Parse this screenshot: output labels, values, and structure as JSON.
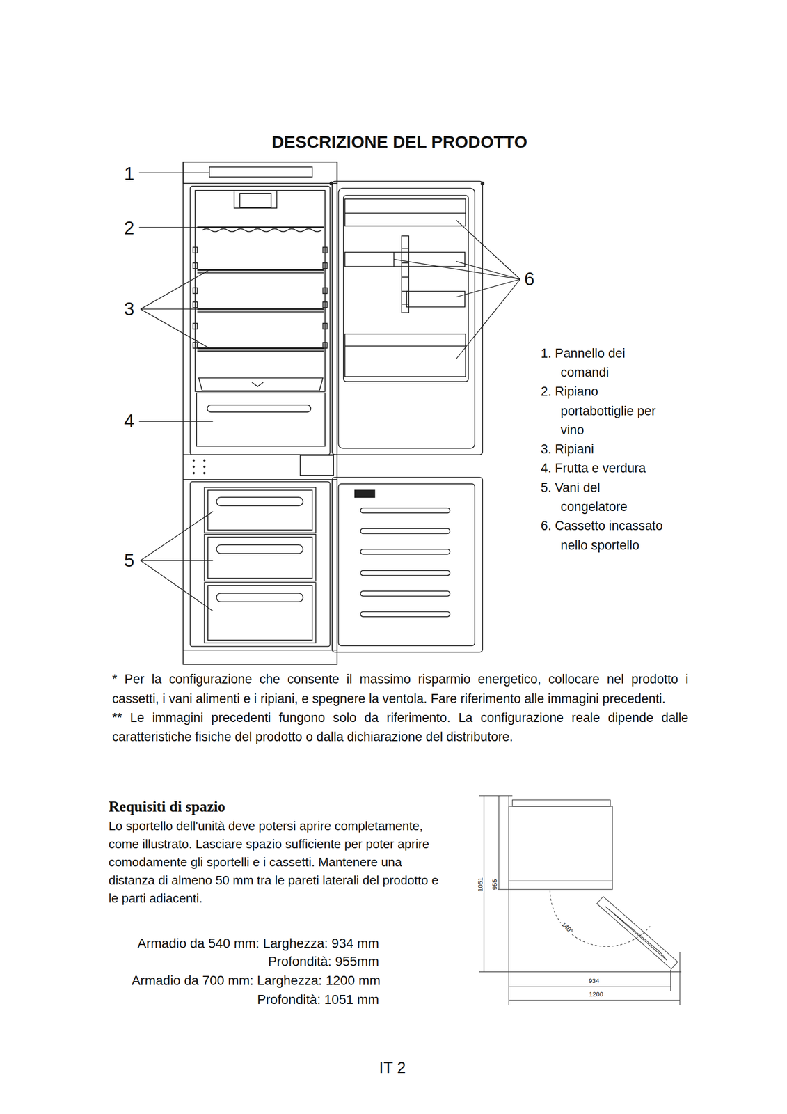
{
  "diagram": {
    "title": "DESCRIZIONE DEL PRODOTTO",
    "labels": [
      "1",
      "2",
      "3",
      "4",
      "5",
      "6",
      "1. Pannello dei comandi",
      "2. Ripiano portabottiglie per vino",
      "3. Ripiani",
      "4. Frutta e verdura",
      "5. Vani del congelatore",
      "6. Cassetto incassato nello sportello",
      "* Per la configurazione che consente il massimo risparmio energetico, collocare nel prodotto i cassetti, i vani alimenti e i ripiani, e spegnere la ventola. Fare riferimento alle immagini precedenti.",
      "** Le immagini precedenti fungono solo da riferimento. La configurazione reale dipende dalle caratteristiche fisiche del prodotto o dalla dichiarazione del distributore.",
      "Requisiti di spazio",
      "Lo sportello dell'unità deve potersi aprire completamente, come illustrato. Lasciare spazio sufficiente per poter aprire comodamente gli sportelli e i cassetti. Mantenere una distanza di almeno 50 mm tra le pareti laterali del prodotto e le parti adiacenti.",
      "Armadio da 540 mm: Larghezza: 934 mm",
      "Profondità: 955mm",
      "Armadio da 700 mm: Larghezza: 1200 mm",
      "Profondità: 1051 mm",
      "1051",
      "955",
      "140°",
      "934",
      "1200",
      "IT 2"
    ]
  }
}
